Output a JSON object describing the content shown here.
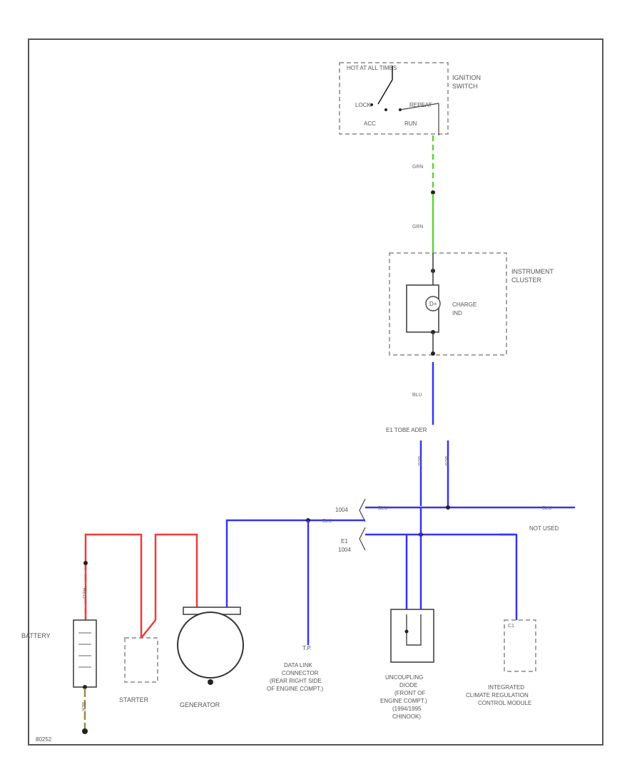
{
  "ignition_switch": {
    "positions_top": "HOT AT ALL TIMES",
    "title_line1": "IGNITION",
    "title_line2": "SWITCH",
    "lock": "LOCK",
    "acc": "ACC",
    "run": "RUN",
    "start": "REPEAT"
  },
  "wires": {
    "grn_upper": "GRN",
    "grn_lower": "GRN",
    "blu": "BLU",
    "red": "RED",
    "blk": "BLK"
  },
  "instrument_cluster": {
    "title_line1": "INSTRUMENT",
    "title_line2": "CLUSTER",
    "charge_line1": "CHARGE",
    "charge_line2": "IND"
  },
  "junction": {
    "label": "E1  TOBE       ADER",
    "left_top": "1004",
    "left_bottom_1": "E1",
    "left_bottom_2": "1004",
    "not_used": "NOT USED"
  },
  "components": {
    "battery": "BATTERY",
    "starter": "STARTER",
    "generator": "GENERATOR",
    "dlc_1": "DATA LINK",
    "dlc_2": "CONNECTOR",
    "dlc_3": "(REAR RIGHT SIDE",
    "dlc_4": "OF ENGINE COMPT.)",
    "uncoupling_1": "UNCOUPLING",
    "uncoupling_2": "DIODE",
    "uncoupling_3": "(FRONT OF",
    "uncoupling_4": "ENGINE COMPT.)",
    "uncoupling_5": "(1994/1995",
    "uncoupling_6": "CHINOOK)",
    "climate_1": "INTEGRATED",
    "climate_2": "CLIMATE REGULATION",
    "climate_3": "CONTROL MODULE"
  },
  "footer_code": "80252",
  "colors": {
    "green": "#5fd33a",
    "blue": "#3434f0",
    "red": "#ee3b3b",
    "frame": "#555555",
    "dashed": "#888888"
  }
}
